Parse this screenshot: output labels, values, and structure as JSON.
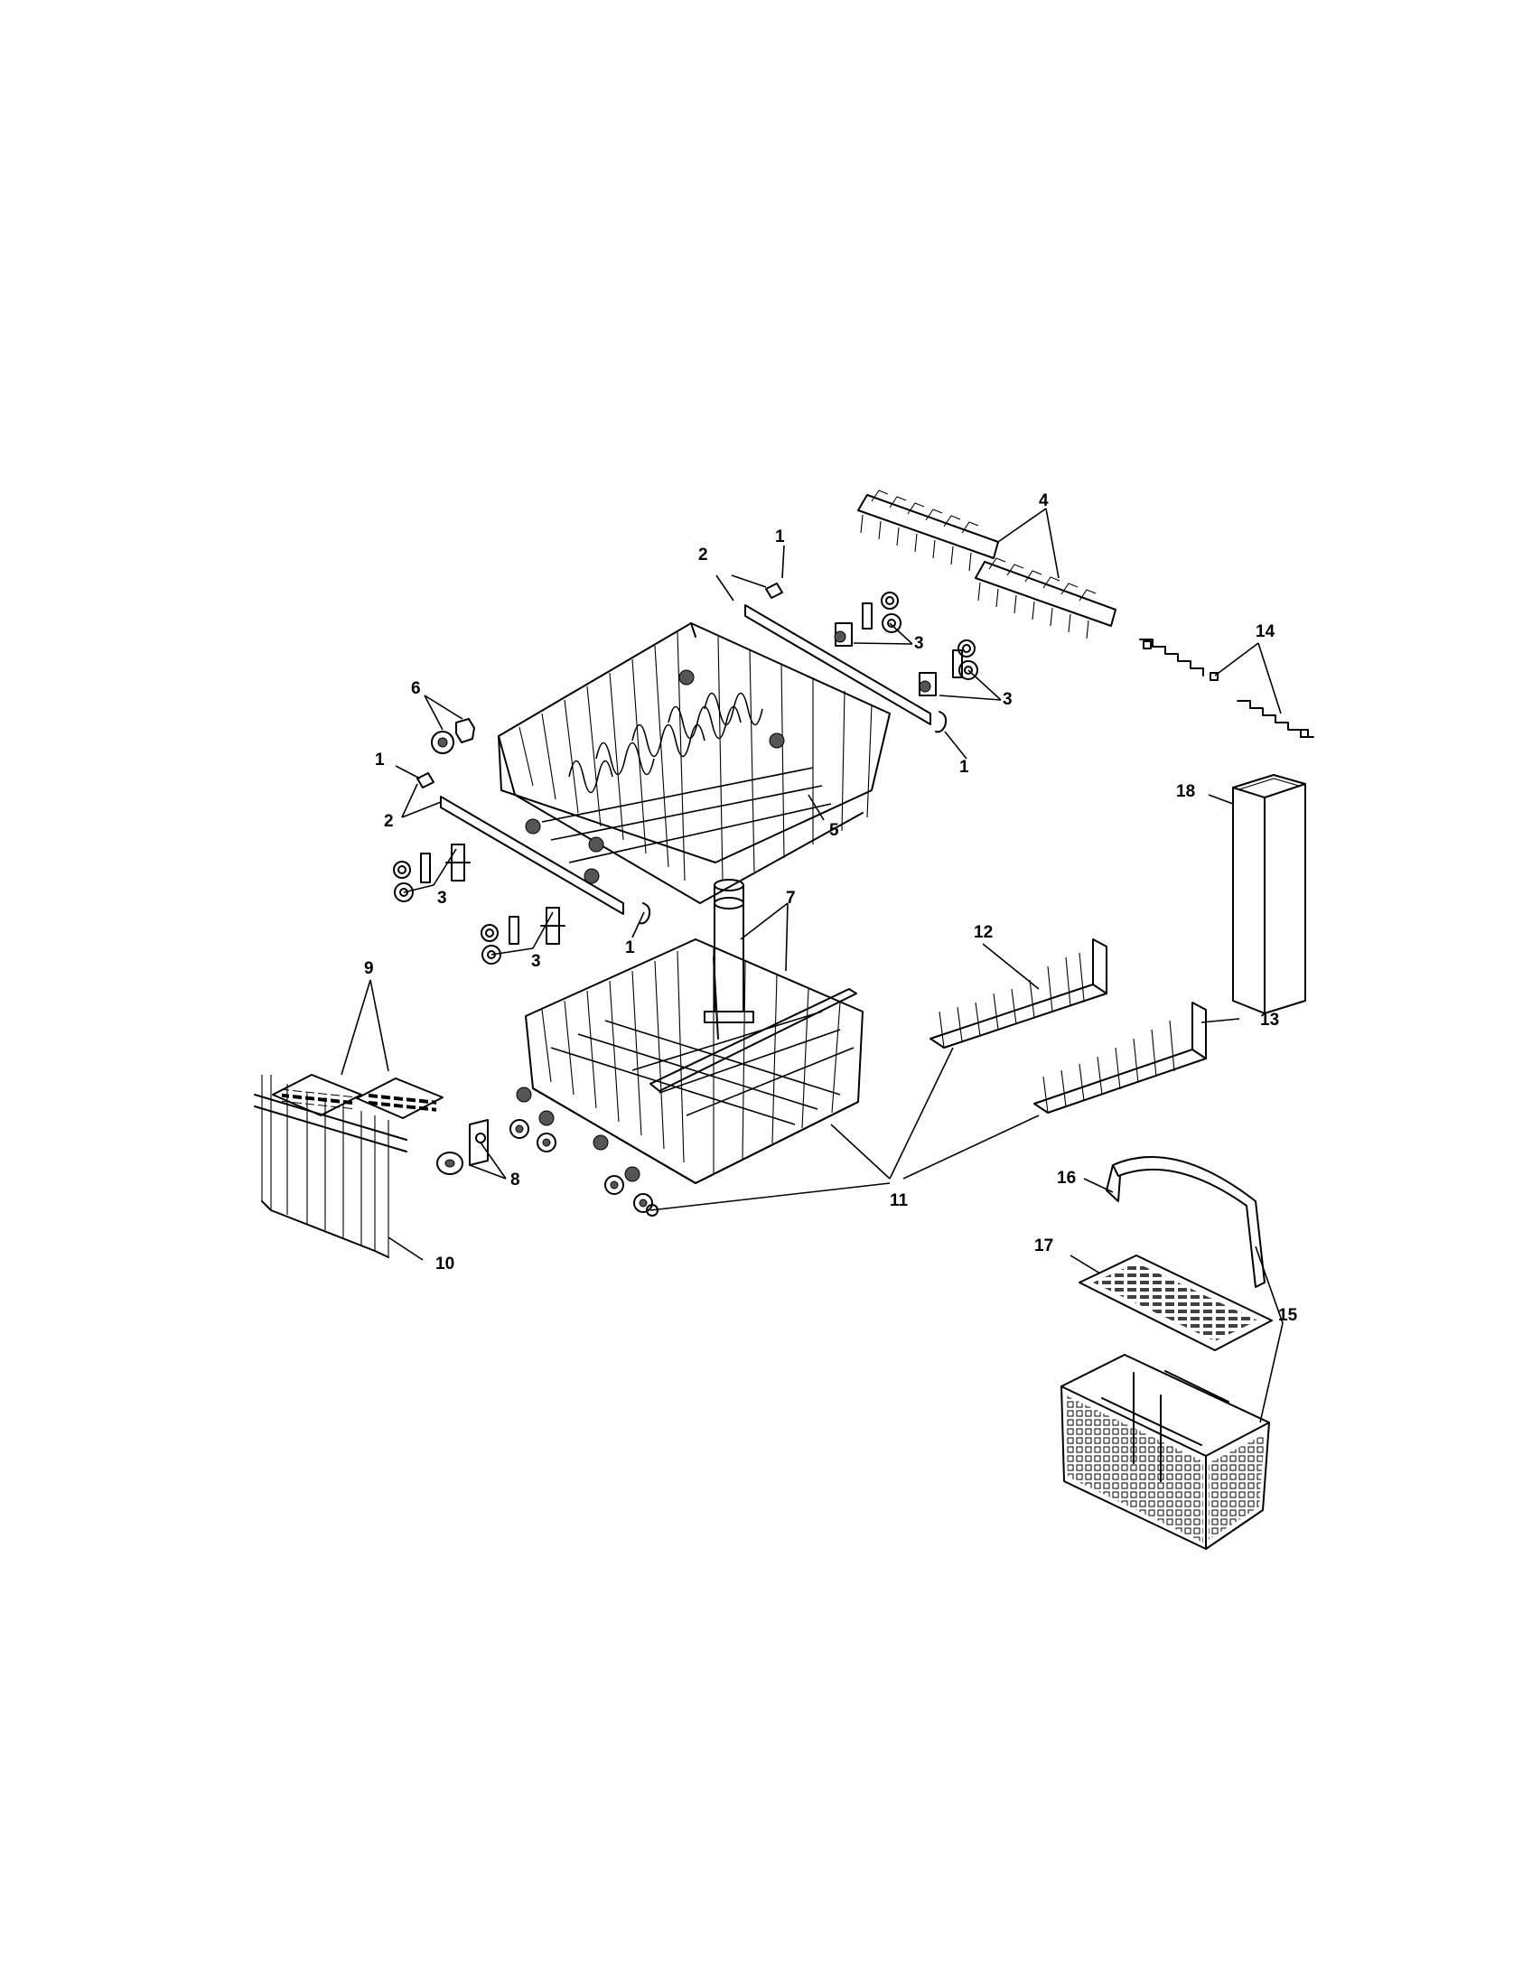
{
  "callouts": {
    "c1a": "1",
    "c1b": "1",
    "c1c": "1",
    "c1d": "1",
    "c2a": "2",
    "c2b": "2",
    "c3a": "3",
    "c3b": "3",
    "c3c": "3",
    "c3d": "3",
    "c4": "4",
    "c5": "5",
    "c6": "6",
    "c7": "7",
    "c8": "8",
    "c9": "9",
    "c10": "10",
    "c11": "11",
    "c12": "12",
    "c13": "13",
    "c14": "14",
    "c15": "15",
    "c16": "16",
    "c17": "17",
    "c18": "18"
  }
}
